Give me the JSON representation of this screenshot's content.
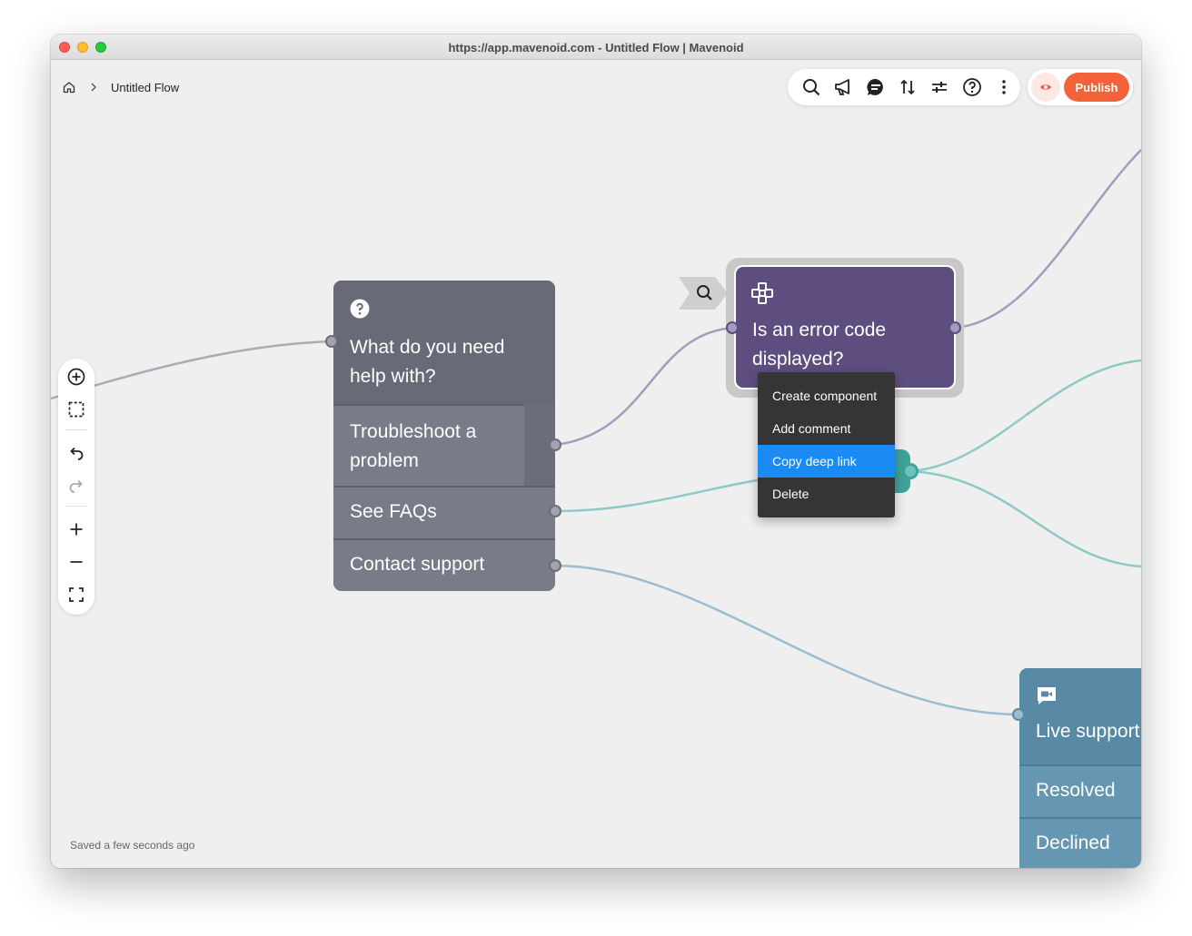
{
  "window": {
    "title": "https://app.mavenoid.com - Untitled Flow | Mavenoid"
  },
  "breadcrumb": {
    "current": "Untitled Flow"
  },
  "toolbar": {
    "icons": [
      "search-icon",
      "megaphone-icon",
      "chat-icon",
      "sort-icon",
      "sliders-icon",
      "help-icon",
      "more-icon"
    ],
    "publish_label": "Publish"
  },
  "status": {
    "saved": "Saved a few seconds ago"
  },
  "nodes": {
    "question": {
      "title": "What do you need help with?",
      "options": [
        "Troubleshoot a problem",
        "See FAQs",
        "Contact support"
      ]
    },
    "decision": {
      "title": "Is an error code displayed?"
    },
    "live_support": {
      "title": "Live support",
      "options": [
        "Resolved",
        "Declined"
      ]
    }
  },
  "context_menu": {
    "items": [
      "Create component",
      "Add comment",
      "Copy deep link",
      "Delete"
    ],
    "active": "Copy deep link"
  },
  "colors": {
    "publish": "#f4623a",
    "question_node": "#6b6d7b",
    "decision_node": "#5e4e80",
    "live_node": "#5b8aa7",
    "menu_highlight": "#1a8bf5",
    "edge_purple": "#a49cbd",
    "edge_teal": "#8ccac5",
    "edge_blue": "#9bbdd1"
  }
}
